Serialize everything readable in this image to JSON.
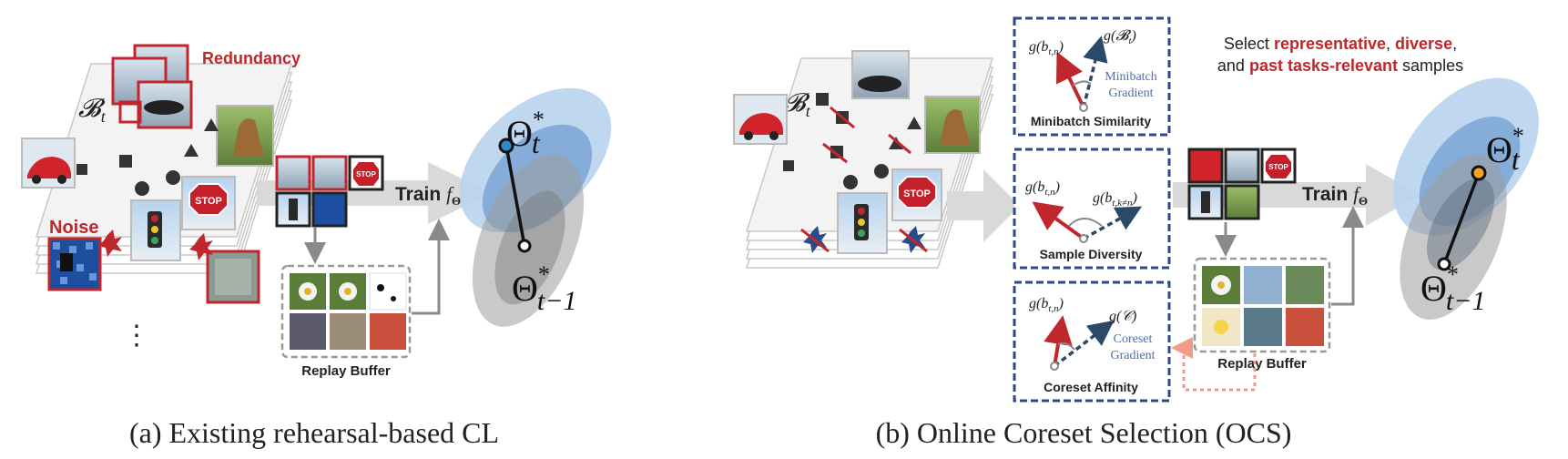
{
  "left": {
    "batch_label": "𝓑",
    "batch_sub": "t",
    "redundancy_label": "Redundancy",
    "noise_label": "Noise",
    "train_label": "Train",
    "train_f": "f",
    "train_theta": "Θ",
    "replay_label": "Replay Buffer",
    "ellipsis": "⋮",
    "theta_t": "Θ",
    "theta_t_sub": "t",
    "theta_t_sup": "*",
    "theta_prev": "Θ",
    "theta_prev_sub": "t−1",
    "theta_prev_sup": "*",
    "caption": "(a) Existing rehearsal-based CL",
    "stop_text": "STOP"
  },
  "right": {
    "batch_label": "𝓑",
    "batch_sub": "t",
    "box1": {
      "title": "Minibatch Similarity",
      "g_left": "g(b",
      "g_left_sub": "t,n",
      "g_right": "g(𝓑",
      "g_right_sub": "t",
      "blue1": "Minibatch",
      "blue2": "Gradient"
    },
    "box2": {
      "title": "Sample Diversity",
      "g_left": "g(b",
      "g_left_sub": "t,n",
      "g_right": "g(b",
      "g_right_sub": "t,k≠n"
    },
    "box3": {
      "title": "Coreset Affinity",
      "g_left": "g(b",
      "g_left_sub": "t,n",
      "g_right": "g(𝒞)",
      "blue1": "Coreset",
      "blue2": "Gradient"
    },
    "headline": {
      "l1_a": "Select ",
      "l1_b": "representative",
      "l1_c": ", ",
      "l1_d": "diverse",
      "l1_e": ",",
      "l2_a": "and ",
      "l2_b": "past tasks-relevant",
      "l2_c": " samples"
    },
    "train_label": "Train",
    "train_f": "f",
    "train_theta": "Θ",
    "replay_label": "Replay Buffer",
    "theta_t": "Θ",
    "theta_t_sub": "t",
    "theta_t_sup": "*",
    "theta_prev": "Θ",
    "theta_prev_sub": "t−1",
    "theta_prev_sup": "*",
    "caption": "(b) Online Coreset Selection (OCS)",
    "stop_text": "STOP"
  },
  "colors": {
    "red": "#c0272d",
    "navy": "#2b4a8a",
    "blue_text": "#4a6fb0",
    "gray_arrow": "#d9d9d9",
    "orange_dot": "#f5a623",
    "salmon": "#f29a8a"
  }
}
